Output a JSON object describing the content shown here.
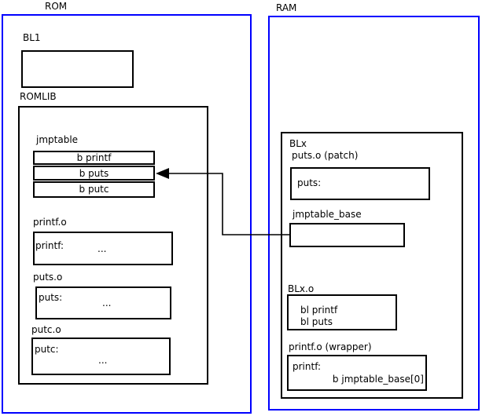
{
  "colors": {
    "frame_border": "#0000ff",
    "box_border": "#000000",
    "background": "#ffffff"
  },
  "rom": {
    "title": "ROM",
    "bl1_label": "BL1",
    "romlib": {
      "label": "ROMLIB",
      "jmptable": {
        "label": "jmptable",
        "rows": [
          "b printf",
          "b puts",
          "b putc"
        ]
      },
      "printf_o": {
        "label": "printf.o",
        "symbol": "printf:",
        "ellipsis": "..."
      },
      "puts_o": {
        "label": "puts.o",
        "symbol": "puts:",
        "ellipsis": "..."
      },
      "putc_o": {
        "label": "putc.o",
        "symbol": "putc:",
        "ellipsis": "..."
      }
    }
  },
  "ram": {
    "title": "RAM",
    "blx": {
      "label": "BLx",
      "puts_patch": {
        "label": "puts.o (patch)",
        "symbol": "puts:"
      },
      "jmptable_base": {
        "label": "jmptable_base"
      },
      "blx_o": {
        "label": "BLx.o",
        "line1": "bl printf",
        "line2": "bl puts"
      },
      "printf_wrapper": {
        "label": "printf.o (wrapper)",
        "symbol": "printf:",
        "body": "b jmptable_base[0]"
      }
    }
  },
  "arrow": {
    "meaning": "jmptable_base entry redirected to b puts slot in ROM jmptable"
  }
}
